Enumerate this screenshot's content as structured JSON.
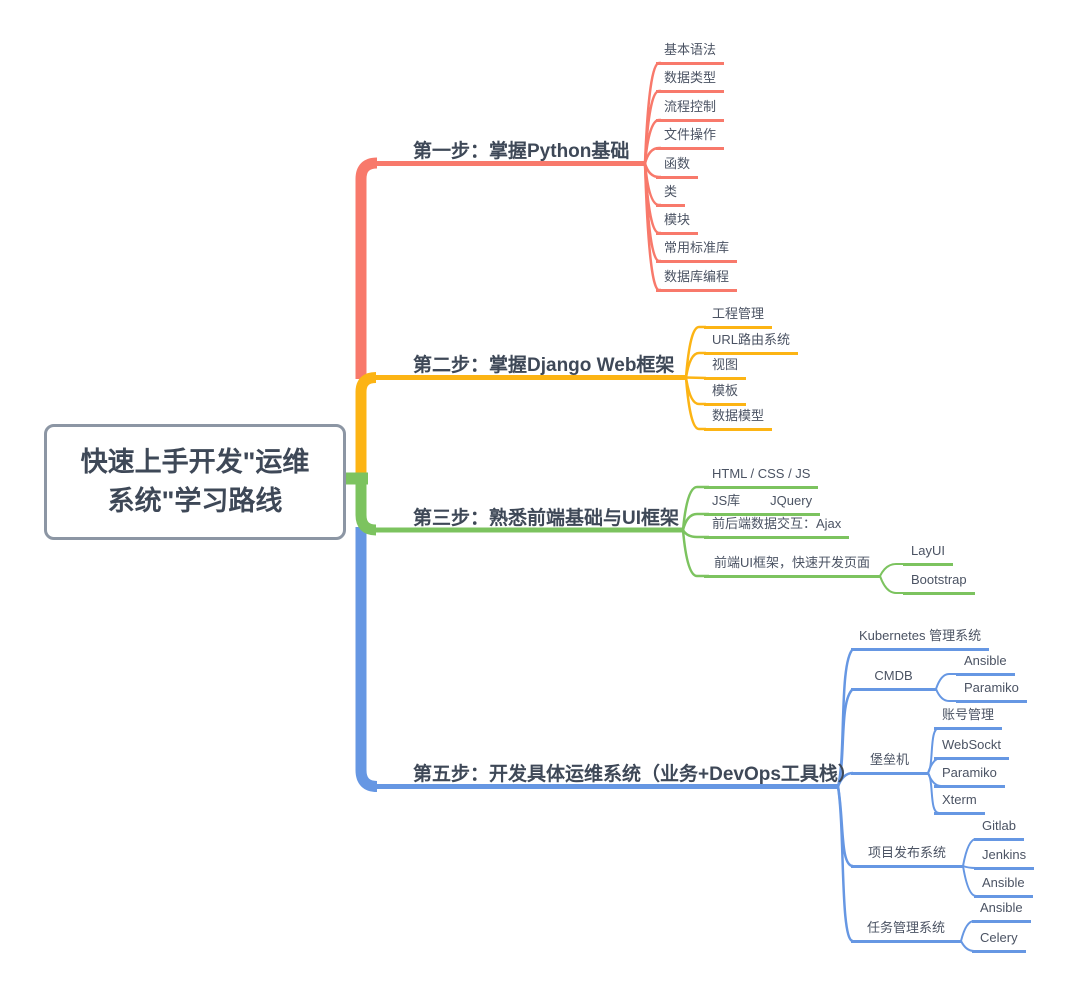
{
  "root": {
    "label": "快速上手开发\"运维系统\"学习路线"
  },
  "branches": [
    {
      "label": "第一步：掌握Python基础",
      "color": "#f8796b",
      "children": [
        {
          "label": "基本语法"
        },
        {
          "label": "数据类型"
        },
        {
          "label": "流程控制"
        },
        {
          "label": "文件操作"
        },
        {
          "label": "函数"
        },
        {
          "label": "类"
        },
        {
          "label": "模块"
        },
        {
          "label": "常用标准库"
        },
        {
          "label": "数据库编程"
        }
      ]
    },
    {
      "label": "第二步：掌握Django Web框架",
      "color": "#fcb414",
      "children": [
        {
          "label": "工程管理"
        },
        {
          "label": "URL路由系统"
        },
        {
          "label": "视图"
        },
        {
          "label": "模板"
        },
        {
          "label": "数据模型"
        }
      ]
    },
    {
      "label": "第三步：熟悉前端基础与UI框架",
      "color": "#7cc35f",
      "children": [
        {
          "label": "HTML / CSS / JS"
        },
        {
          "label": "JS库",
          "children": [
            {
              "label": "JQuery"
            }
          ]
        },
        {
          "label": "前后端数据交互：Ajax"
        },
        {
          "label": "前端UI框架，快速开发页面",
          "children": [
            {
              "label": "LayUI"
            },
            {
              "label": "Bootstrap"
            }
          ]
        }
      ]
    },
    {
      "label": "第五步：开发具体运维系统（业务+DevOps工具栈）",
      "color": "#6697e3",
      "children": [
        {
          "label": "Kubernetes 管理系统"
        },
        {
          "label": "CMDB",
          "children": [
            {
              "label": "Ansible"
            },
            {
              "label": "Paramiko"
            }
          ]
        },
        {
          "label": "堡垒机",
          "children": [
            {
              "label": "账号管理"
            },
            {
              "label": "WebSockt"
            },
            {
              "label": "Paramiko"
            },
            {
              "label": "Xterm"
            }
          ]
        },
        {
          "label": "项目发布系统",
          "children": [
            {
              "label": "Gitlab"
            },
            {
              "label": "Jenkins"
            },
            {
              "label": "Ansible"
            }
          ]
        },
        {
          "label": "任务管理系统",
          "children": [
            {
              "label": "Ansible"
            },
            {
              "label": "Celery"
            }
          ]
        }
      ]
    }
  ],
  "text_colors": {
    "branch_label": "#3e4857",
    "topic": "#4b5363",
    "root_border": "#8c96a4"
  }
}
